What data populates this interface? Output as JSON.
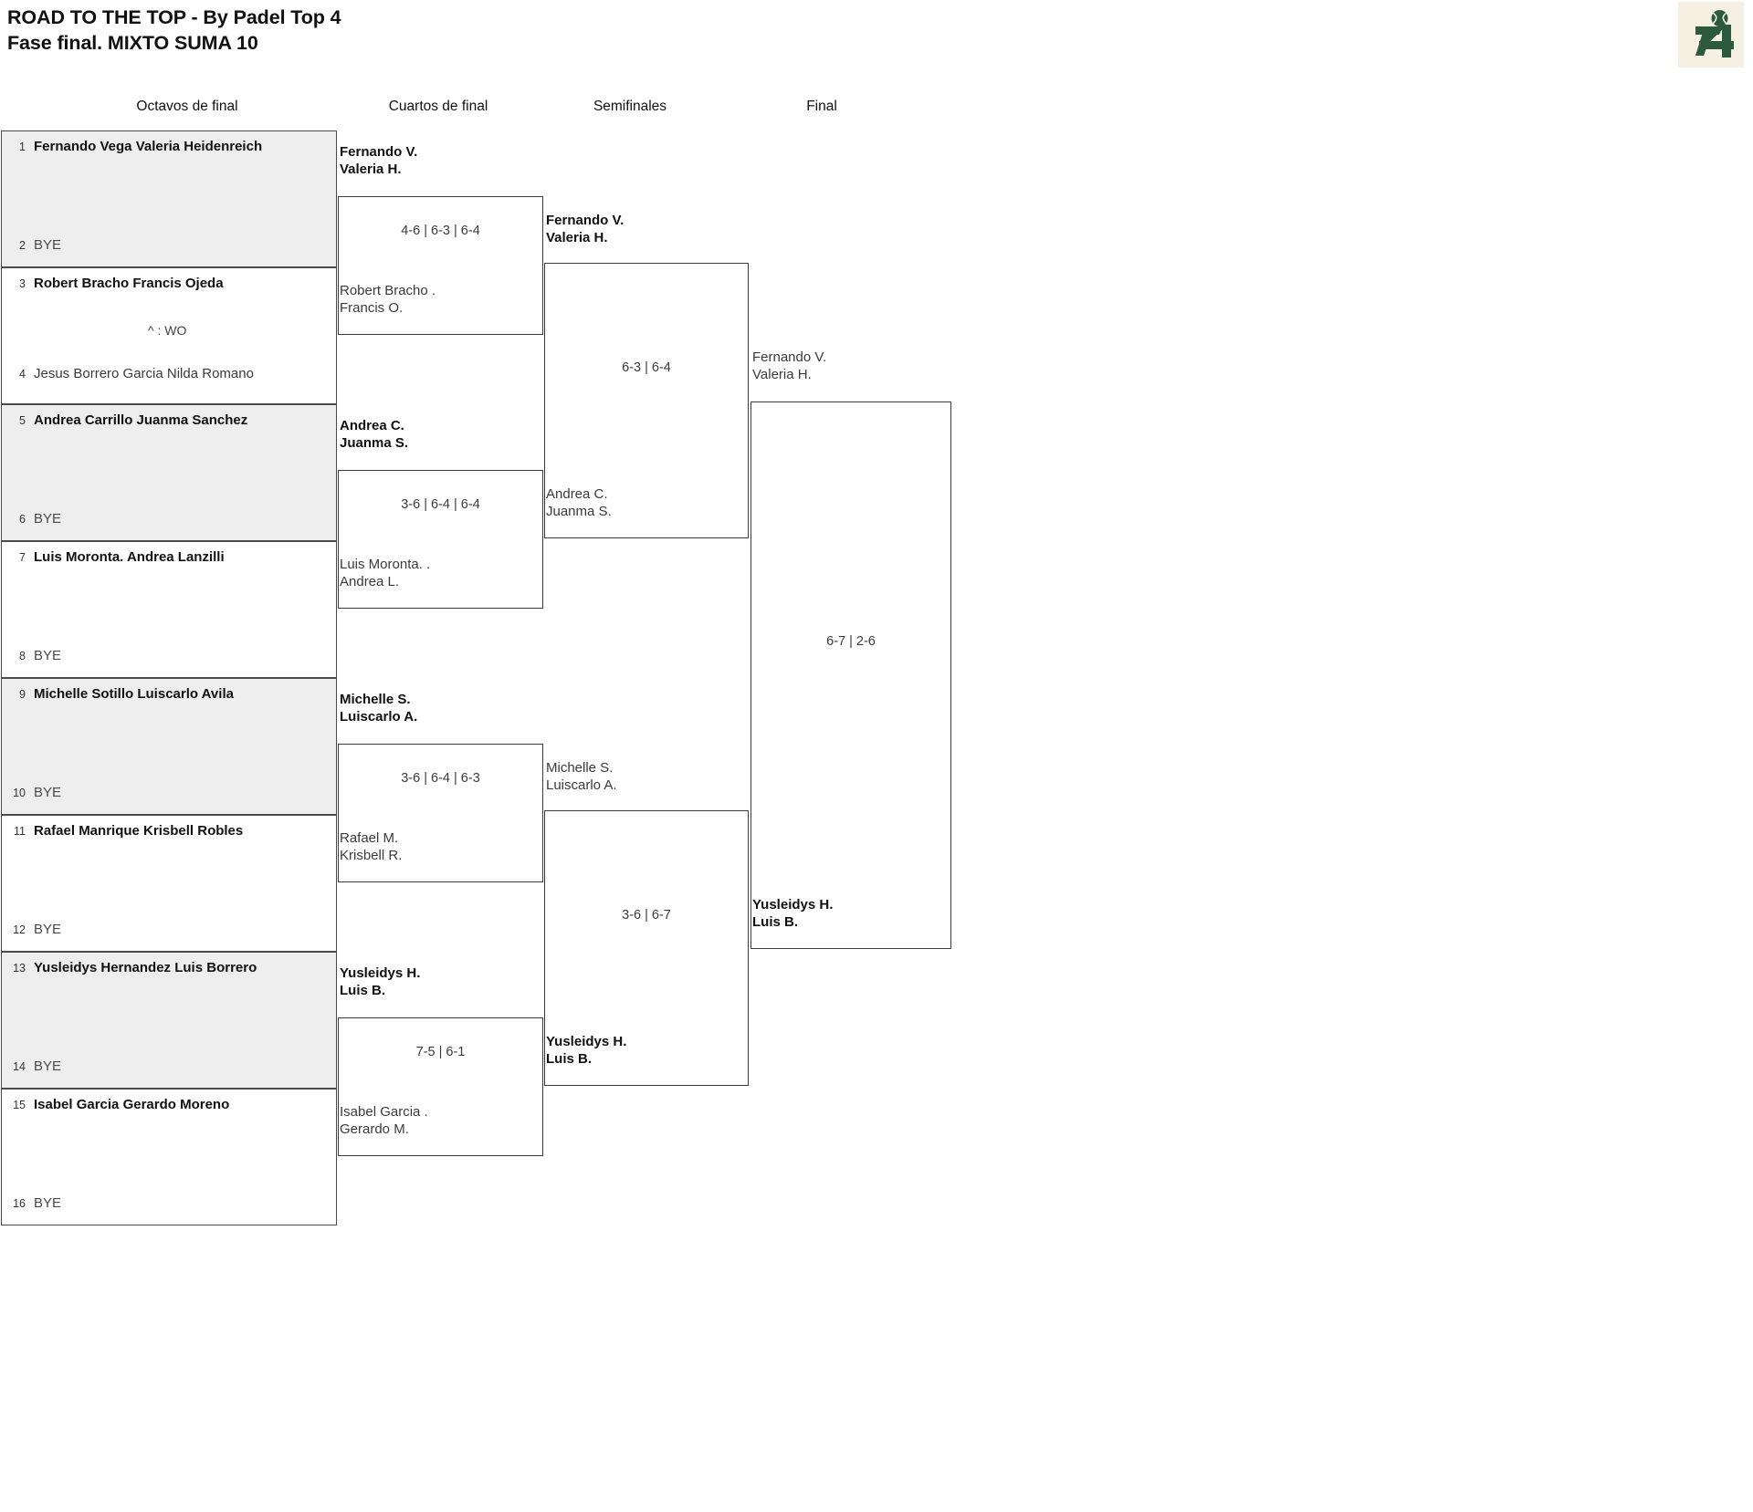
{
  "header": {
    "line1": "ROAD TO THE TOP - By Padel Top 4",
    "line2": "Fase final. MIXTO SUMA 10",
    "logo_text": "T4",
    "logo_bg": "#f5f0e1",
    "logo_color": "#2d5a3d"
  },
  "rounds": [
    {
      "key": "r16",
      "label": "Octavos de final"
    },
    {
      "key": "qf",
      "label": "Cuartos de final"
    },
    {
      "key": "sf",
      "label": "Semifinales"
    },
    {
      "key": "f",
      "label": "Final"
    }
  ],
  "bye_label": "BYE",
  "wo_note": "^ : WO",
  "r16": {
    "s1": {
      "num": "1",
      "l1": "Fernando Vega",
      "l2": "Valeria Heidenreich"
    },
    "s2": {
      "num": "2",
      "bye": "BYE"
    },
    "s3": {
      "num": "3",
      "l1": "Robert Bracho",
      "l2": "Francis Ojeda"
    },
    "s4": {
      "num": "4",
      "l1": "Jesus Borrero Garcia",
      "l2": "Nilda Romano"
    },
    "s5": {
      "num": "5",
      "l1": "Andrea Carrillo",
      "l2": "Juanma Sanchez"
    },
    "s6": {
      "num": "6",
      "bye": "BYE"
    },
    "s7": {
      "num": "7",
      "l1": "Luis Moronta.",
      "l2": "Andrea Lanzilli"
    },
    "s8": {
      "num": "8",
      "bye": "BYE"
    },
    "s9": {
      "num": "9",
      "l1": "Michelle Sotillo",
      "l2": "Luiscarlo Avila"
    },
    "s10": {
      "num": "10",
      "bye": "BYE"
    },
    "s11": {
      "num": "11",
      "l1": "Rafael Manrique",
      "l2": "Krisbell Robles"
    },
    "s12": {
      "num": "12",
      "bye": "BYE"
    },
    "s13": {
      "num": "13",
      "l1": "Yusleidys Hernandez",
      "l2": "Luis Borrero"
    },
    "s14": {
      "num": "14",
      "bye": "BYE"
    },
    "s15": {
      "num": "15",
      "l1": "Isabel Garcia",
      "l2": "Gerardo Moreno"
    },
    "s16": {
      "num": "16",
      "bye": "BYE"
    }
  },
  "qf": {
    "m1": {
      "winner": {
        "l1": "Fernando V.",
        "l2": "Valeria H."
      },
      "loser": {
        "l1": "Robert Bracho .",
        "l2": "Francis O."
      },
      "score": "4-6 | 6-3 | 6-4"
    },
    "m2": {
      "winner": {
        "l1": "Andrea C.",
        "l2": "Juanma S."
      },
      "loser": {
        "l1": "Luis Moronta. .",
        "l2": "Andrea L."
      },
      "score": "3-6 | 6-4 | 6-4"
    },
    "m3": {
      "winner": {
        "l1": "Michelle S.",
        "l2": "Luiscarlo A."
      },
      "loser": {
        "l1": "Rafael M.",
        "l2": "Krisbell R."
      },
      "score": "3-6 | 6-4 | 6-3"
    },
    "m4": {
      "winner": {
        "l1": "Yusleidys H.",
        "l2": "Luis B."
      },
      "loser": {
        "l1": "Isabel Garcia .",
        "l2": "Gerardo M."
      },
      "score": "7-5 | 6-1"
    }
  },
  "sf": {
    "m1": {
      "winner": {
        "l1": "Fernando V.",
        "l2": "Valeria H."
      },
      "loser": {
        "l1": "Andrea C.",
        "l2": "Juanma S."
      },
      "score": "6-3 | 6-4"
    },
    "m2": {
      "winner": {
        "l1": "Yusleidys H.",
        "l2": "Luis B."
      },
      "loser": {
        "l1": "Michelle S.",
        "l2": "Luiscarlo A."
      },
      "score": "3-6 | 6-7"
    }
  },
  "final": {
    "m1": {
      "winner": {
        "l1": "Yusleidys H.",
        "l2": "Luis B."
      },
      "loser": {
        "l1": "Fernando V.",
        "l2": "Valeria H."
      },
      "score": "6-7 | 2-6"
    }
  }
}
